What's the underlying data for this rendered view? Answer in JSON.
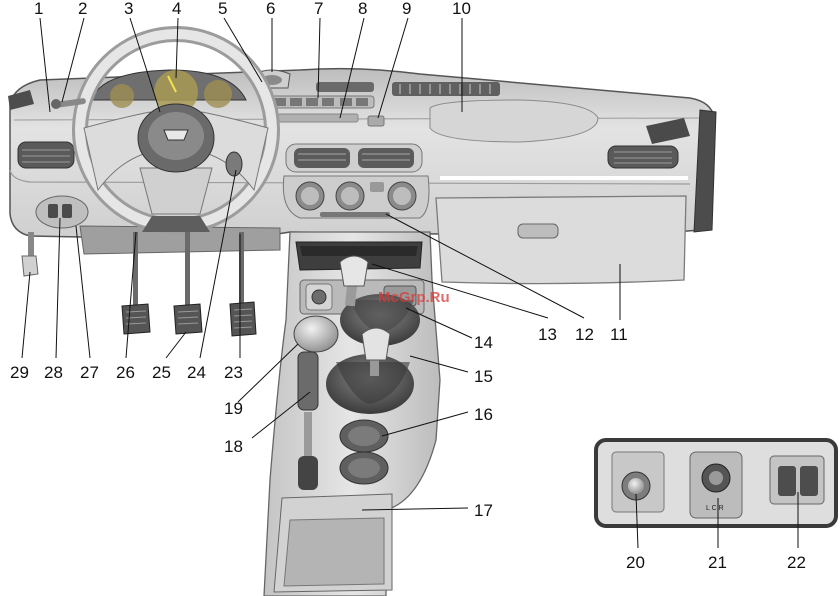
{
  "watermark": "McGrp.Ru",
  "inset_switch_text": "L C R",
  "colors": {
    "outline": "#555555",
    "panel": "#d9d9d9",
    "dark": "#4a4a4a",
    "watermark": "#d83a3a"
  },
  "callouts": [
    {
      "n": "1"
    },
    {
      "n": "2"
    },
    {
      "n": "3"
    },
    {
      "n": "4"
    },
    {
      "n": "5"
    },
    {
      "n": "6"
    },
    {
      "n": "7"
    },
    {
      "n": "8"
    },
    {
      "n": "9"
    },
    {
      "n": "10"
    },
    {
      "n": "11"
    },
    {
      "n": "12"
    },
    {
      "n": "13"
    },
    {
      "n": "14"
    },
    {
      "n": "15"
    },
    {
      "n": "16"
    },
    {
      "n": "17"
    },
    {
      "n": "18"
    },
    {
      "n": "19"
    },
    {
      "n": "20"
    },
    {
      "n": "21"
    },
    {
      "n": "22"
    },
    {
      "n": "23"
    },
    {
      "n": "24"
    },
    {
      "n": "25"
    },
    {
      "n": "26"
    },
    {
      "n": "27"
    },
    {
      "n": "28"
    },
    {
      "n": "29"
    }
  ]
}
